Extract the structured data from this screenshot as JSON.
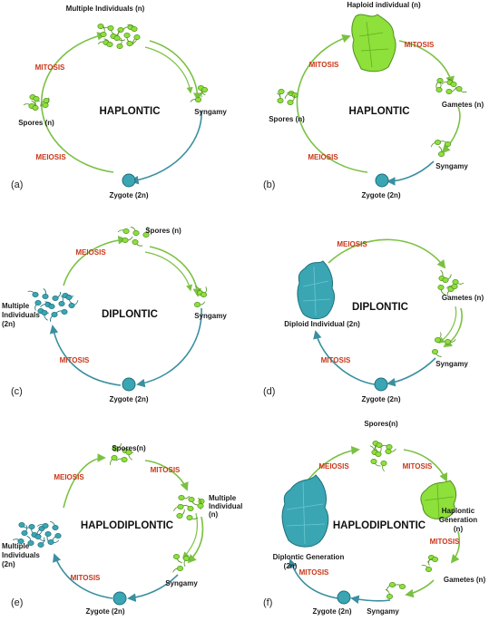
{
  "colors": {
    "green": "#7ac143",
    "green_dark": "#4f8f1f",
    "blue": "#3a8fa0",
    "teal_fill": "#3aa6b3",
    "teal_dark": "#1f6f7c",
    "red_text": "#c8371a",
    "leaf_green": "#8ee03a"
  },
  "panels": {
    "a": {
      "tag": "(a)",
      "center": "HAPLONTIC",
      "top": "Multiple Individuals (n)",
      "left_mid": "Spores (n)",
      "right_mid": "Syngamy",
      "bottom": "Zygote (2n)",
      "arc_top": "MITOSIS",
      "arc_bottom": "MEIOSIS"
    },
    "b": {
      "tag": "(b)",
      "center": "HAPLONTIC",
      "top": "Haploid individual (n)",
      "left_mid": "Spores (n)",
      "right_mid": "Gametes (n)",
      "right_low": "Syngamy",
      "bottom": "Zygote (2n)",
      "arc_left_top": "MITOSIS",
      "arc_right_top": "MITOSIS",
      "arc_bottom": "MEIOSIS"
    },
    "c": {
      "tag": "(c)",
      "center": "DIPLONTIC",
      "top": "Spores (n)",
      "left_mid_1": "Multiple",
      "left_mid_2": "Individuals",
      "left_mid_3": "(2n)",
      "right_mid": "Syngamy",
      "bottom": "Zygote (2n)",
      "arc_top": "MEIOSIS",
      "arc_bottom": "MITOSIS"
    },
    "d": {
      "tag": "(d)",
      "center": "DIPLONTIC",
      "left_mid": "Diploid Individual (2n)",
      "right_mid": "Gametes (n)",
      "right_low": "Syngamy",
      "bottom": "Zygote (2n)",
      "arc_top": "MEIOSIS",
      "arc_bottom": "MITOSIS"
    },
    "e": {
      "tag": "(e)",
      "center": "HAPLODIPLONTIC",
      "top": "Spores(n)",
      "right_mid_1": "Multiple",
      "right_mid_2": "Individual",
      "right_mid_3": "(n)",
      "left_mid_1": "Multiple",
      "left_mid_2": "Individuals",
      "left_mid_3": "(2n)",
      "right_low": "Syngamy",
      "bottom": "Zygote (2n)",
      "arc_top_left": "MEIOSIS",
      "arc_top_right": "MITOSIS",
      "arc_bottom": "MITOSIS"
    },
    "f": {
      "tag": "(f)",
      "center": "HAPLODIPLONTIC",
      "top": "Spores(n)",
      "right_mid_1": "Haplontic",
      "right_mid_2": "Generation",
      "right_mid_3": "(n)",
      "left_mid_1": "Diplontic Generation",
      "left_mid_2": "(2n)",
      "right_low": "Gametes (n)",
      "bottom_right": "Syngamy",
      "bottom": "Zygote (2n)",
      "arc_top_left": "MEIOSIS",
      "arc_top_right": "MITOSIS",
      "arc_right": "MITOSIS",
      "arc_bottom": "MITOSIS"
    }
  }
}
